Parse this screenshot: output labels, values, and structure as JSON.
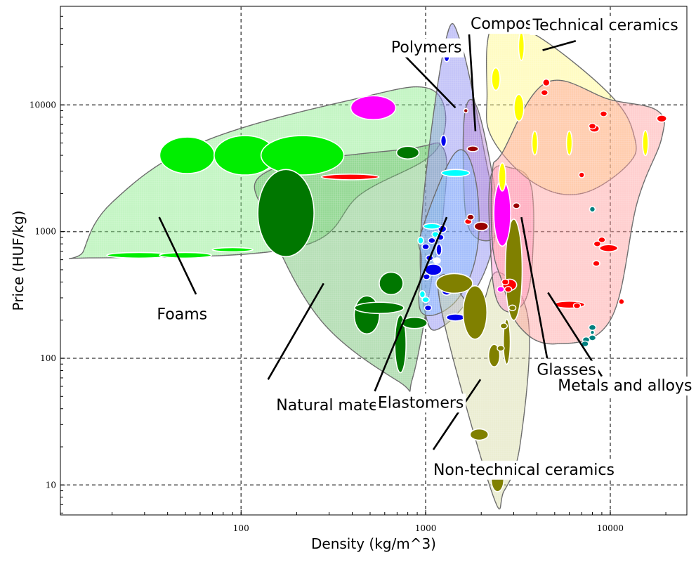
{
  "chart_data": {
    "type": "scatter",
    "title": "",
    "xlabel": "Density (kg/m^3)",
    "ylabel": "Price (HUF/kg)",
    "xscale": "log",
    "yscale": "log",
    "xlim": [
      10.5,
      26000
    ],
    "ylim": [
      5.8,
      60000
    ],
    "grid": true,
    "x_ticks": [
      {
        "value": 100,
        "label": "100"
      },
      {
        "value": 1000,
        "label": "1000"
      },
      {
        "value": 10000,
        "label": "10000"
      }
    ],
    "y_ticks": [
      {
        "value": 10,
        "label": "10"
      },
      {
        "value": 100,
        "label": "100"
      },
      {
        "value": 1000,
        "label": "1000"
      },
      {
        "value": 10000,
        "label": "10000"
      }
    ],
    "families": [
      {
        "name": "Foams",
        "color": "#7de87d",
        "hull": [
          [
            15,
            620
          ],
          [
            14,
            700
          ],
          [
            20,
            1700
          ],
          [
            60,
            5000
          ],
          [
            400,
            11000
          ],
          [
            1100,
            13000
          ],
          [
            1150,
            4500
          ],
          [
            450,
            2000
          ],
          [
            200,
            750
          ]
        ],
        "label_at": [
          35,
          220
        ],
        "leader_from": [
          57,
          320
        ],
        "leader_to": [
          36,
          1300
        ]
      },
      {
        "name": "Natural materials",
        "color": "#60b860",
        "hull": [
          [
            140,
            3000
          ],
          [
            800,
            4500
          ],
          [
            1250,
            4500
          ],
          [
            1250,
            1500
          ],
          [
            1100,
            500
          ],
          [
            850,
            70
          ],
          [
            720,
            65
          ],
          [
            270,
            200
          ],
          [
            140,
            1200
          ]
        ],
        "label_at": [
          155,
          42
        ],
        "leader_from": [
          140,
          68
        ],
        "leader_to": [
          280,
          390
        ]
      },
      {
        "name": "Polymers",
        "color": "#7f7ff0",
        "hull": [
          [
            950,
            1200
          ],
          [
            1270,
            30000
          ],
          [
            1560,
            30000
          ],
          [
            2200,
            2800
          ],
          [
            2450,
            1300
          ],
          [
            2000,
            420
          ],
          [
            1250,
            180
          ],
          [
            1000,
            220
          ]
        ],
        "label_at": [
          650,
          28000
        ],
        "leader_from": [
          780,
          24000
        ],
        "leader_to": [
          1450,
          9500
        ]
      },
      {
        "name": "Composites",
        "color": "#b07cd0",
        "hull": [
          [
            1650,
            9500
          ],
          [
            1900,
            9500
          ],
          [
            2300,
            2800
          ],
          [
            2450,
            1200
          ],
          [
            2200,
            850
          ],
          [
            1700,
            1100
          ],
          [
            1600,
            3500
          ]
        ],
        "label_at": [
          1750,
          43000
        ],
        "leader_from": [
          1720,
          36000
        ],
        "leader_to": [
          1860,
          6200
        ]
      },
      {
        "name": "Elastomers",
        "color": "#7fb8ff",
        "hull": [
          [
            950,
            1000
          ],
          [
            1450,
            4200
          ],
          [
            1850,
            2700
          ],
          [
            1900,
            720
          ],
          [
            1450,
            280
          ],
          [
            950,
            230
          ],
          [
            950,
            600
          ]
        ],
        "label_at": [
          550,
          44
        ],
        "leader_from": [
          530,
          55
        ],
        "leader_to": [
          1300,
          1300
        ]
      },
      {
        "name": "Non-technical ceramics",
        "color": "#d3d89c",
        "hull": [
          [
            1250,
            460
          ],
          [
            1900,
            240
          ],
          [
            2450,
            480
          ],
          [
            3600,
            200
          ],
          [
            3250,
            21
          ],
          [
            2650,
            8.9
          ],
          [
            2300,
            8.5
          ],
          [
            1250,
            200
          ]
        ],
        "label_at": [
          1100,
          13
        ],
        "leader_from": [
          1100,
          19
        ],
        "leader_to": [
          1980,
          68
        ]
      },
      {
        "name": "Glasses",
        "color": "#ff88d0",
        "hull": [
          [
            2250,
            2700
          ],
          [
            2850,
            3200
          ],
          [
            3750,
            2200
          ],
          [
            3700,
            420
          ],
          [
            3100,
            240
          ],
          [
            2450,
            280
          ],
          [
            2250,
            700
          ]
        ],
        "label_at": [
          4000,
          80
        ],
        "leader_from": [
          4550,
          100
        ],
        "leader_to": [
          3300,
          1300
        ]
      },
      {
        "name": "Technical ceramics",
        "color": "#fff67a",
        "hull": [
          [
            2300,
            42000
          ],
          [
            3900,
            36000
          ],
          [
            10000,
            12000
          ],
          [
            13500,
            5600
          ],
          [
            12500,
            3400
          ],
          [
            7000,
            2000
          ],
          [
            3900,
            2400
          ],
          [
            2300,
            5400
          ],
          [
            2150,
            12000
          ]
        ],
        "label_at": [
          3800,
          42000
        ],
        "leader_from": [
          6500,
          32000
        ],
        "leader_to": [
          4300,
          27000
        ]
      },
      {
        "name": "Metals and alloys",
        "color": "#ff9494",
        "hull": [
          [
            2600,
            4200
          ],
          [
            4500,
            15000
          ],
          [
            10000,
            11000
          ],
          [
            18000,
            9000
          ],
          [
            19000,
            5500
          ],
          [
            14000,
            1700
          ],
          [
            10000,
            200
          ],
          [
            5000,
            130
          ],
          [
            3200,
            180
          ],
          [
            2600,
            400
          ],
          [
            2300,
            800
          ],
          [
            2300,
            3000
          ]
        ],
        "label_at": [
          5200,
          60
        ],
        "leader_from": [
          9000,
          72
        ],
        "leader_to": [
          4600,
          330
        ]
      }
    ],
    "points": [
      {
        "family": "Foams",
        "x": 51,
        "y": 4000,
        "color": "#00ee00",
        "label": "Foams"
      },
      {
        "family": "Foams",
        "x": 105,
        "y": 4000,
        "color": "#00ee00",
        "label": "Foams"
      },
      {
        "family": "Foams",
        "x": 215,
        "y": 4000,
        "color": "#00ee00",
        "label": "Foams"
      },
      {
        "family": "Foams",
        "x": 520,
        "y": 9500,
        "color": "#ff00ff",
        "label": "Foams"
      },
      {
        "family": "Foams",
        "x": 28,
        "y": 650,
        "color": "#00ee00",
        "label": "Foams"
      },
      {
        "family": "Foams",
        "x": 50,
        "y": 650,
        "color": "#00ee00",
        "label": "Foams"
      },
      {
        "family": "Foams",
        "x": 90,
        "y": 720,
        "color": "#00ee00",
        "label": "Foams"
      },
      {
        "family": "Foams",
        "x": 390,
        "y": 2700,
        "color": "#ff0000",
        "label": "Foams"
      },
      {
        "family": "Natural materials",
        "x": 175,
        "y": 1400,
        "color": "#007700",
        "label": "Natural materials"
      },
      {
        "family": "Natural materials",
        "x": 800,
        "y": 4200,
        "color": "#007700",
        "label": "Natural materials"
      },
      {
        "family": "Natural materials",
        "x": 650,
        "y": 390,
        "color": "#007700",
        "label": "Natural materials"
      },
      {
        "family": "Natural materials",
        "x": 480,
        "y": 220,
        "color": "#007700",
        "label": "Natural materials"
      },
      {
        "family": "Natural materials",
        "x": 560,
        "y": 250,
        "color": "#007700",
        "label": "Natural materials"
      },
      {
        "family": "Natural materials",
        "x": 730,
        "y": 130,
        "color": "#007700",
        "label": "Natural materials"
      },
      {
        "family": "Natural materials",
        "x": 870,
        "y": 190,
        "color": "#007700",
        "label": "Natural materials"
      },
      {
        "family": "Polymers",
        "x": 1300,
        "y": 24000,
        "color": "#0000ee",
        "label": "Polymers"
      },
      {
        "family": "Polymers",
        "x": 1250,
        "y": 5200,
        "color": "#0000ee",
        "label": "Polymers"
      },
      {
        "family": "Polymers",
        "x": 1230,
        "y": 1050,
        "color": "#0000ee",
        "label": "Polymers"
      },
      {
        "family": "Polymers",
        "x": 1180,
        "y": 720,
        "color": "#0000ee",
        "label": "Polymers"
      },
      {
        "family": "Polymers",
        "x": 1100,
        "y": 500,
        "color": "#0000ee",
        "label": "Polymers"
      },
      {
        "family": "Polymers",
        "x": 1300,
        "y": 340,
        "color": "#0000ee",
        "label": "Polymers"
      },
      {
        "family": "Polymers",
        "x": 1450,
        "y": 210,
        "color": "#0000ee",
        "label": "Polymers"
      },
      {
        "family": "Composites",
        "x": 1650,
        "y": 9000,
        "color": "#990000",
        "label": "Composites"
      },
      {
        "family": "Composites",
        "x": 1800,
        "y": 4500,
        "color": "#990000",
        "label": "Composites"
      },
      {
        "family": "Composites",
        "x": 2000,
        "y": 1100,
        "color": "#990000",
        "label": "Composites"
      },
      {
        "family": "Composites",
        "x": 2600,
        "y": 1600,
        "color": "#990000",
        "label": "Composites"
      },
      {
        "family": "Elastomers",
        "x": 1450,
        "y": 2900,
        "color": "#00ffff",
        "label": "Elastomers"
      },
      {
        "family": "Elastomers",
        "x": 1080,
        "y": 1100,
        "color": "#00ffff",
        "label": "Elastomers"
      },
      {
        "family": "Elastomers",
        "x": 940,
        "y": 850,
        "color": "#00ffff",
        "label": "Elastomers"
      },
      {
        "family": "Elastomers",
        "x": 960,
        "y": 320,
        "color": "#00ffff",
        "label": "Elastomers"
      },
      {
        "family": "Non-technical ceramics",
        "x": 1430,
        "y": 390,
        "color": "#808000",
        "label": "Non-technical ceramics"
      },
      {
        "family": "Non-technical ceramics",
        "x": 1850,
        "y": 230,
        "color": "#808000",
        "label": "Non-technical ceramics"
      },
      {
        "family": "Non-technical ceramics",
        "x": 3000,
        "y": 500,
        "color": "#808000",
        "label": "Non-technical ceramics"
      },
      {
        "family": "Non-technical ceramics",
        "x": 2750,
        "y": 135,
        "color": "#808000",
        "label": "Non-technical ceramics"
      },
      {
        "family": "Non-technical ceramics",
        "x": 2350,
        "y": 105,
        "color": "#808000",
        "label": "Non-technical ceramics"
      },
      {
        "family": "Non-technical ceramics",
        "x": 1950,
        "y": 25,
        "color": "#808000",
        "label": "Non-technical ceramics"
      },
      {
        "family": "Non-technical ceramics",
        "x": 2450,
        "y": 11,
        "color": "#808000",
        "label": "Non-technical ceramics"
      },
      {
        "family": "Glasses",
        "x": 2600,
        "y": 1400,
        "color": "#ff00ff",
        "label": "Glasses"
      },
      {
        "family": "Technical ceramics",
        "x": 3300,
        "y": 29000,
        "color": "#ffff00",
        "label": "Technical ceramics"
      },
      {
        "family": "Technical ceramics",
        "x": 2400,
        "y": 16000,
        "color": "#ffff00",
        "label": "Technical ceramics"
      },
      {
        "family": "Technical ceramics",
        "x": 3200,
        "y": 9500,
        "color": "#ffff00",
        "label": "Technical ceramics"
      },
      {
        "family": "Technical ceramics",
        "x": 3900,
        "y": 5000,
        "color": "#ffff00",
        "label": "Technical ceramics"
      },
      {
        "family": "Technical ceramics",
        "x": 6000,
        "y": 5000,
        "color": "#ffff00",
        "label": "Technical ceramics"
      },
      {
        "family": "Technical ceramics",
        "x": 15500,
        "y": 5000,
        "color": "#ffff00",
        "label": "Technical ceramics"
      },
      {
        "family": "Technical ceramics",
        "x": 2600,
        "y": 2700,
        "color": "#ffff00",
        "label": "Technical ceramics"
      },
      {
        "family": "Metals and alloys",
        "x": 4500,
        "y": 15000,
        "color": "#ff0000",
        "label": "Metals and alloys"
      },
      {
        "family": "Metals and alloys",
        "x": 8200,
        "y": 6500,
        "color": "#ff0000",
        "label": "Metals and alloys"
      },
      {
        "family": "Metals and alloys",
        "x": 19000,
        "y": 7800,
        "color": "#ff0000",
        "label": "Metals and alloys"
      },
      {
        "family": "Metals and alloys",
        "x": 7000,
        "y": 2800,
        "color": "#ff0000",
        "label": "Metals and alloys"
      },
      {
        "family": "Metals and alloys",
        "x": 9800,
        "y": 740,
        "color": "#ff0000",
        "label": "Metals and alloys"
      },
      {
        "family": "Metals and alloys",
        "x": 8400,
        "y": 560,
        "color": "#ff0000",
        "label": "Metals and alloys"
      },
      {
        "family": "Metals and alloys",
        "x": 6000,
        "y": 265,
        "color": "#ff0000",
        "label": "Metals and alloys"
      },
      {
        "family": "Metals and alloys",
        "x": 11500,
        "y": 280,
        "color": "#ff0000",
        "label": "Metals and alloys"
      },
      {
        "family": "Metals and alloys",
        "x": 2850,
        "y": 380,
        "color": "#ff0000",
        "label": "Metals and alloys"
      },
      {
        "family": "Metals and alloys",
        "x": 8000,
        "y": 1500,
        "color": "#008080",
        "label": "Metals and alloys"
      },
      {
        "family": "Metals and alloys",
        "x": 8000,
        "y": 160,
        "color": "#008080",
        "label": "Metals and alloys"
      }
    ]
  }
}
